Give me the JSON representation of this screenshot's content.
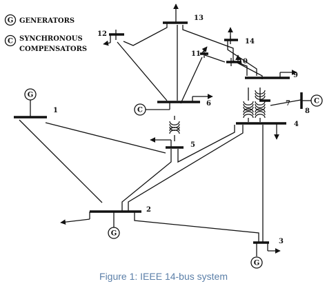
{
  "legend": {
    "generator_symbol": "G",
    "generator_label": "GENERATORS",
    "compensator_symbol": "C",
    "compensator_label_line1": "SYNCHRONOUS",
    "compensator_label_line2": "COMPENSATORS"
  },
  "buses": {
    "b1": "1",
    "b2": "2",
    "b3": "3",
    "b4": "4",
    "b5": "5",
    "b6": "6",
    "b7": "7",
    "b8": "8",
    "b9": "9",
    "b10": "10",
    "b11": "11",
    "b12": "12",
    "b13": "13",
    "b14": "14"
  },
  "symbols": {
    "gen": "G",
    "comp": "C"
  },
  "caption": "Figure 1:  IEEE 14-bus system"
}
